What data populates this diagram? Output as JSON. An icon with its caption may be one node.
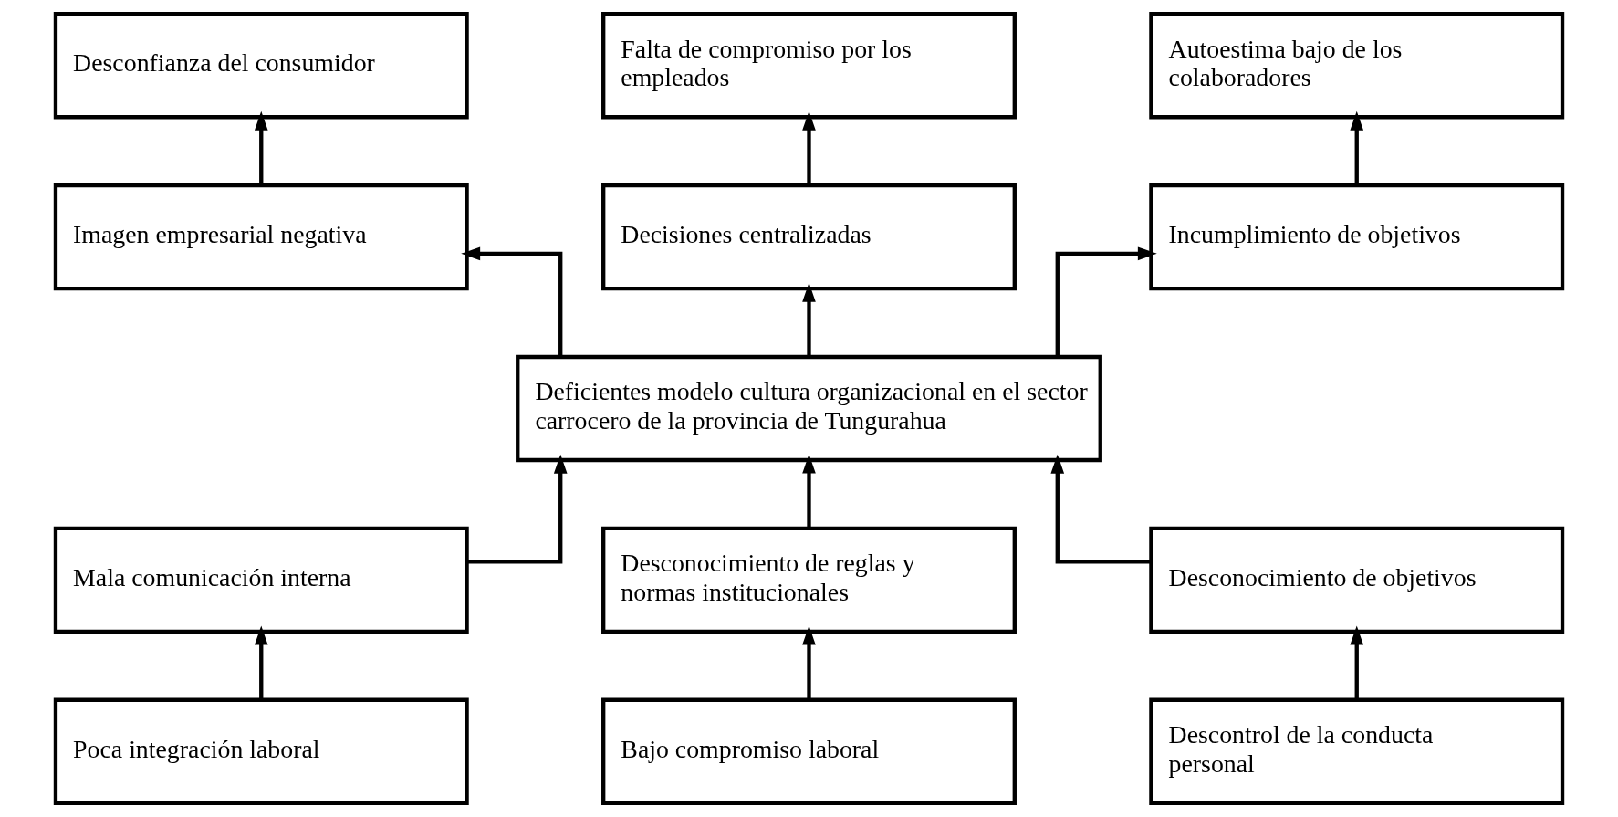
{
  "diagram": {
    "nodes": [
      {
        "text": [
          "Desconfianza del consumidor"
        ]
      },
      {
        "text": [
          "Falta de compromiso por los empleados"
        ]
      },
      {
        "text": [
          "Autoestima bajo de los colaboradores"
        ]
      },
      {
        "text": [
          "Imagen empresarial negativa"
        ]
      },
      {
        "text": [
          "Decisiones centralizadas"
        ]
      },
      {
        "text": [
          "Incumplimiento de objetivos"
        ]
      },
      {
        "text": [
          "Deficientes modelo cultura organizacional en el sector carrocero de la provincia de Tungurahua"
        ]
      },
      {
        "text": [
          "Mala comunicación interna"
        ]
      },
      {
        "text": [
          "Desconocimiento de reglas y normas institucionales"
        ]
      },
      {
        "text": [
          "Desconocimiento de objetivos"
        ]
      },
      {
        "text": [
          "Poca integración laboral"
        ]
      },
      {
        "text": [
          "Bajo compromiso laboral"
        ]
      },
      {
        "text": [
          "Descontrol de la conducta personal"
        ]
      }
    ],
    "edges": [
      {
        "from": 3,
        "to": 0,
        "arrow": "to"
      },
      {
        "from": 4,
        "to": 1,
        "arrow": "to"
      },
      {
        "from": 5,
        "to": 2,
        "arrow": "to"
      },
      {
        "from": 6,
        "to": 3,
        "arrow": "to"
      },
      {
        "from": 6,
        "to": 4,
        "arrow": "to"
      },
      {
        "from": 6,
        "to": 5,
        "arrow": "to"
      },
      {
        "from": 7,
        "to": 6,
        "arrow": "to"
      },
      {
        "from": 8,
        "to": 6,
        "arrow": "to"
      },
      {
        "from": 9,
        "to": 6,
        "arrow": "to"
      },
      {
        "from": 10,
        "to": 7,
        "arrow": "to"
      },
      {
        "from": 11,
        "to": 8,
        "arrow": "to"
      },
      {
        "from": 12,
        "to": 9,
        "arrow": "to"
      }
    ]
  }
}
